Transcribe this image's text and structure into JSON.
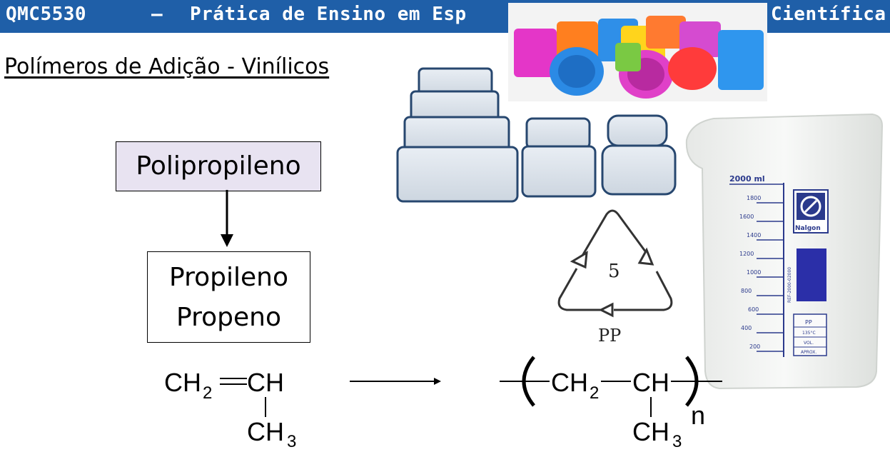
{
  "header": {
    "code": "QMC5530",
    "dash": "–",
    "title_left": "Prática de Ensino em Esp",
    "title_right": "Científica"
  },
  "slide_title": "Polímeros de Adição - Vinílicos",
  "polymer_box": {
    "label": "Polipropileno"
  },
  "monomer_box": {
    "line1": "Propileno",
    "line2": "Propeno"
  },
  "monomer_formula": {
    "ch2": "CH",
    "sub2": "2",
    "ch": "CH",
    "ch3": "CH",
    "sub3": "3"
  },
  "polymer_formula": {
    "ch2": "CH",
    "sub2": "2",
    "ch": "CH",
    "ch3": "CH",
    "sub3": "3",
    "n": "n"
  },
  "recycling_symbol": {
    "number": "5",
    "code": "PP"
  },
  "beaker": {
    "volume": "2000 ml",
    "scale": [
      "1800",
      "1600",
      "1400",
      "1200",
      "1000",
      "800",
      "600",
      "400",
      "200"
    ],
    "brand": "Nalgon",
    "ref": "REF-2000-02000",
    "spec": [
      "PP",
      "135°C",
      "VOL.",
      "APROX."
    ]
  },
  "colors": {
    "header": "#1f5fa8",
    "box_fill": "#e8e3f1"
  }
}
